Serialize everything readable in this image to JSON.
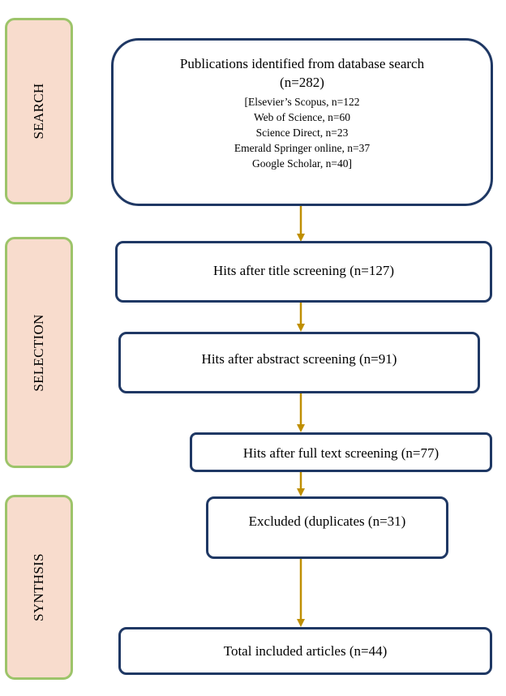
{
  "stages": {
    "search": "SEARCH",
    "selection": "SELECTION",
    "synthesis": "SYNTHSIS"
  },
  "boxes": {
    "identified": {
      "title": "Publications identified from database search",
      "count": "(n=282)",
      "sources": [
        "[Elsevier’s Scopus, n=122",
        "Web of Science, n=60",
        "Science Direct, n=23",
        "Emerald Springer online, n=37",
        "Google Scholar, n=40]"
      ]
    },
    "title_screening": "Hits after title screening (n=127)",
    "abstract_screening": "Hits after abstract screening (n=91)",
    "full_text_screening": "Hits after full text screening (n=77)",
    "excluded": "Excluded (duplicates (n=31)",
    "included": "Total included articles (n=44)"
  },
  "colors": {
    "arrow": "#bf8f00",
    "box_border": "#1f3864",
    "stage_fill": "#f8dccd",
    "stage_border": "#9dc46a"
  }
}
